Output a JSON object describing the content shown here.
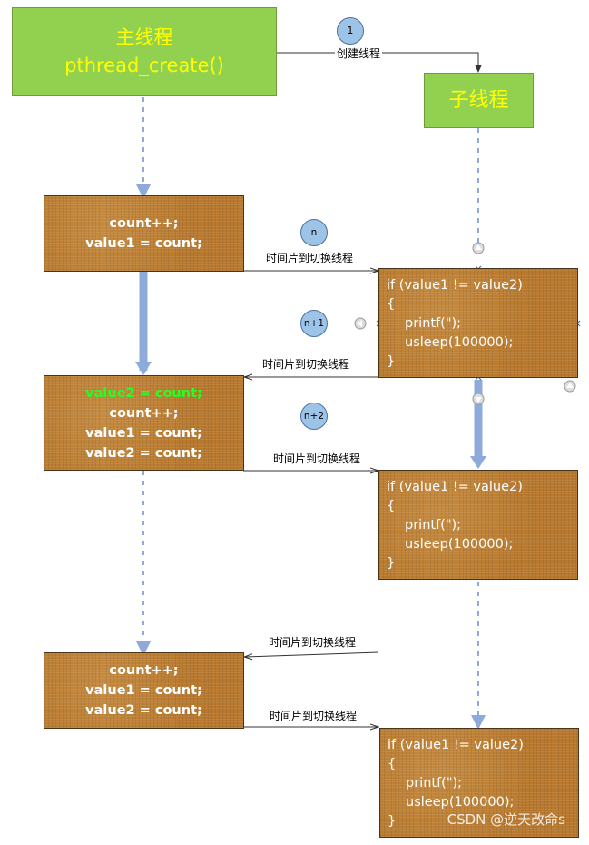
{
  "main_thread": {
    "title": "主线程",
    "call": "pthread_create()"
  },
  "child_thread": {
    "title": "子线程"
  },
  "create_step": {
    "number": "1",
    "label": "创建线程"
  },
  "main_boxes": [
    {
      "lines": [
        "count++;",
        "value1 = count;"
      ]
    },
    {
      "highlight": "value2 = count;",
      "lines": [
        "count++;",
        "value1 = count;",
        "value2 = count;"
      ]
    },
    {
      "lines": [
        "count++;",
        "value1 = count;",
        "value2 = count;"
      ]
    }
  ],
  "child_code": {
    "line1": "if (value1 != value2)",
    "line2": "{",
    "line3": "printf(\");",
    "line4": "usleep(100000);",
    "line5": "}"
  },
  "switch_label": "时间片到切换线程",
  "steps": [
    "n",
    "n+1",
    "n+2"
  ],
  "colors": {
    "green_box": "#92d050",
    "yellow_text": "#ffff00",
    "wood": "#b8792e",
    "highlight_text": "#22ff22",
    "dashed_blue": "#8eaadb",
    "solid_blue": "#8eaadb"
  },
  "watermark": "CSDN @逆天改命s"
}
